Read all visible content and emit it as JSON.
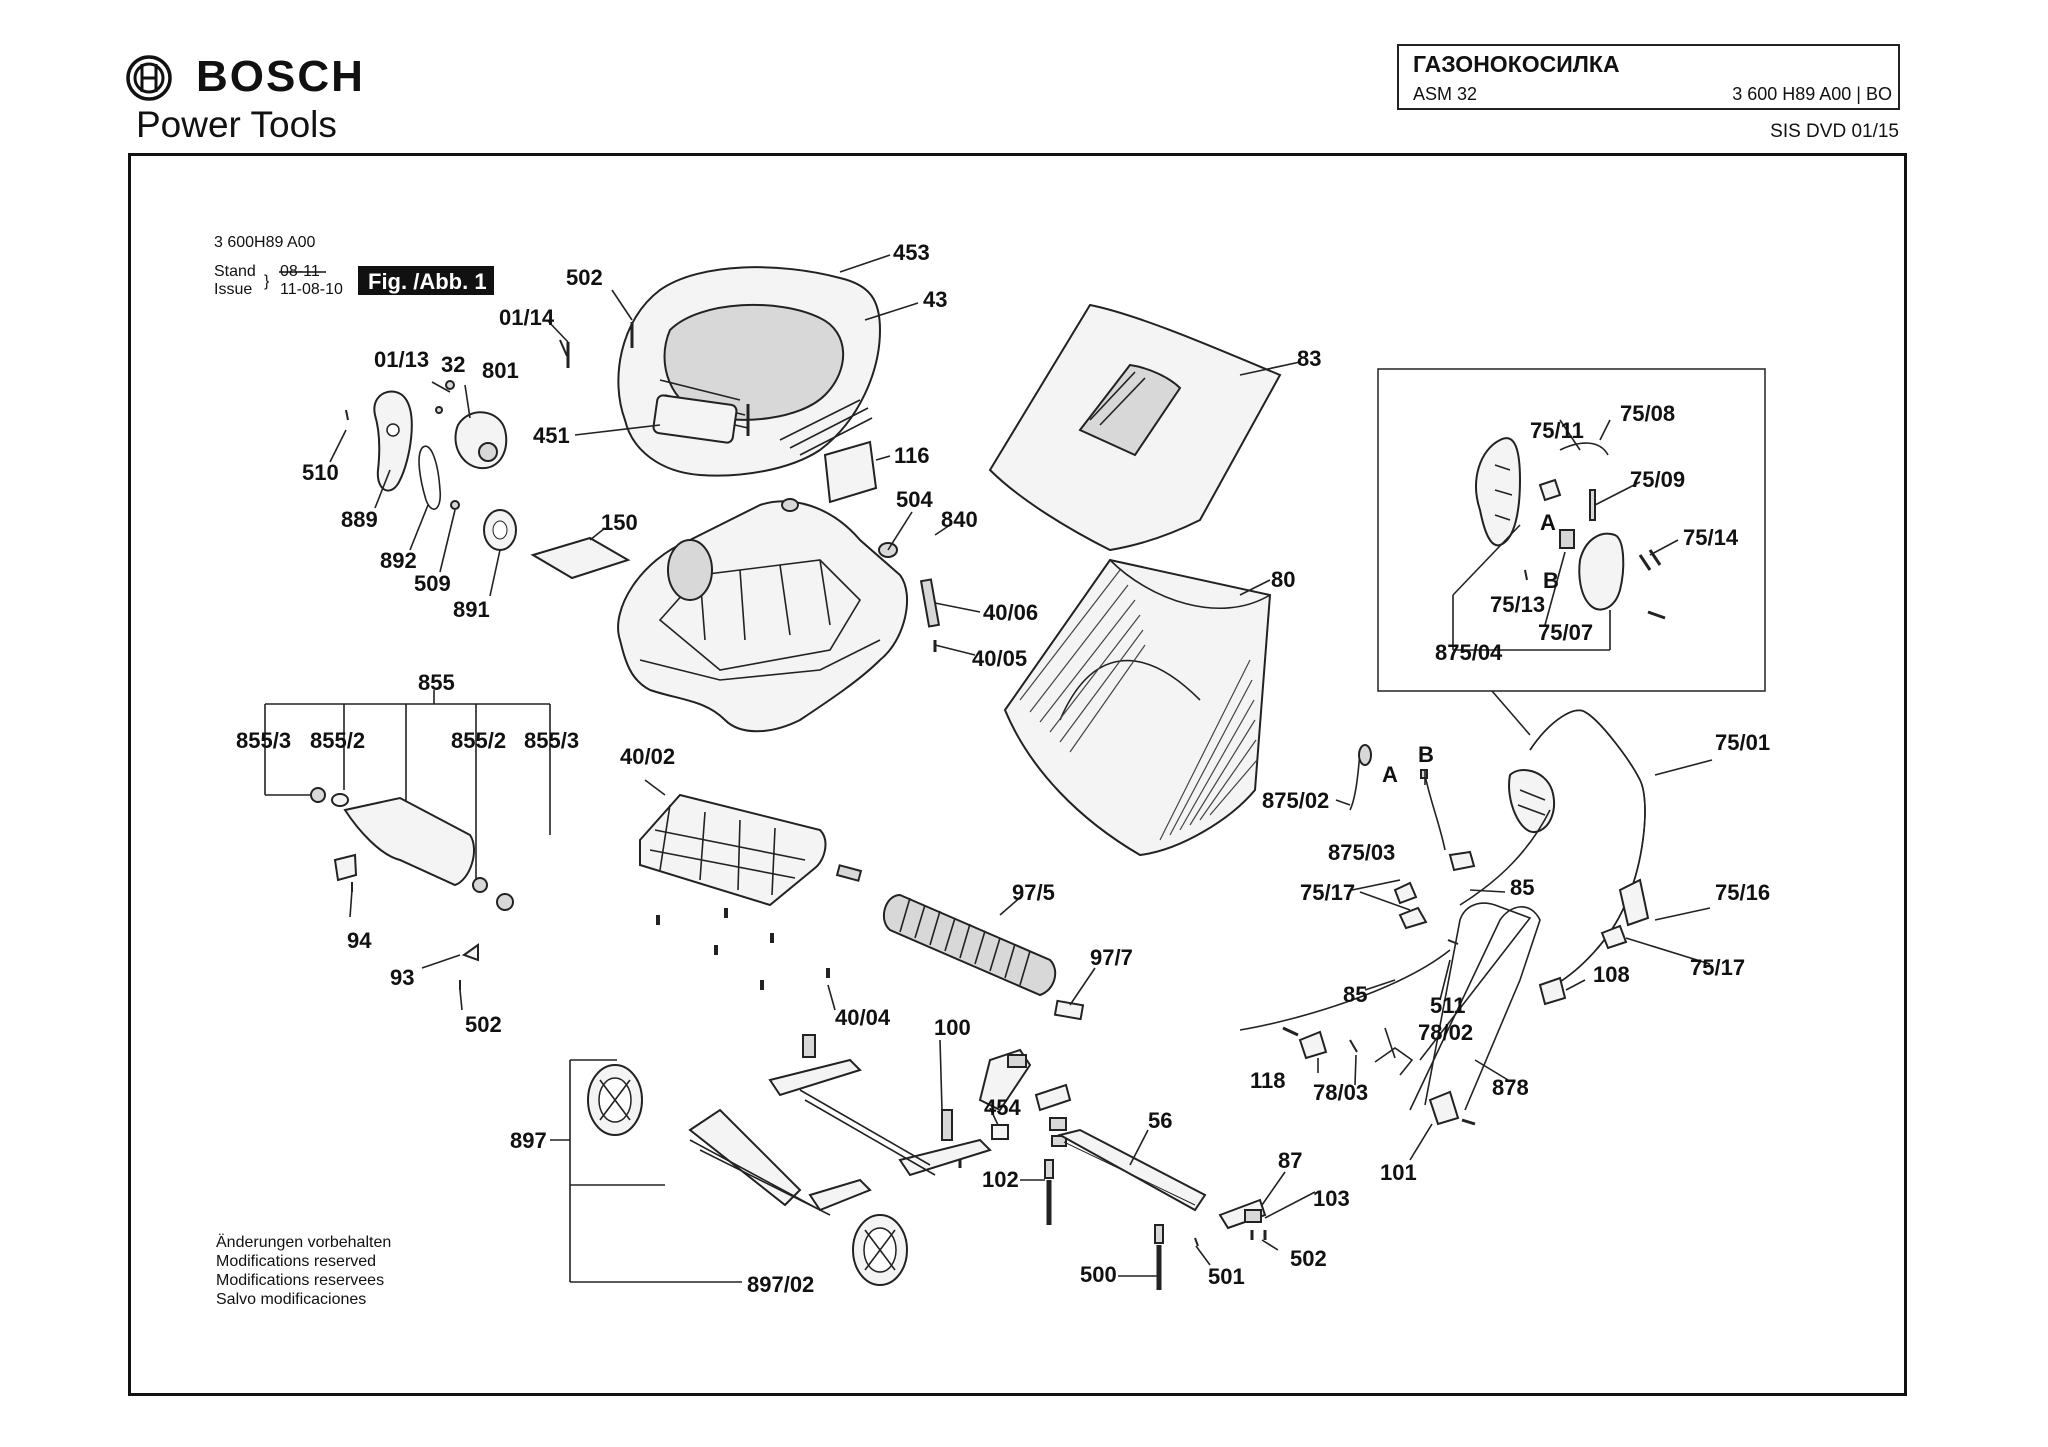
{
  "header": {
    "brand_name": "BOSCH",
    "brand_sub": "Power Tools",
    "title_main": "ГАЗОНОКОСИЛКА",
    "model": "ASM 32",
    "code": "3 600 H89 A00 | BO",
    "sis": "SIS DVD 01/15"
  },
  "meta": {
    "drawing_no": "3 600H89 A00",
    "stand": "Stand",
    "issue": "Issue",
    "old_date": "08-11",
    "new_date": "11-08-10",
    "fig_label": "Fig. /Abb. 1"
  },
  "footer_notes": [
    "Änderungen vorbehalten",
    "Modifications reserved",
    "Modifications reservees",
    "Salvo modificaciones"
  ],
  "callouts": [
    {
      "id": "c453",
      "text": "453"
    },
    {
      "id": "c43",
      "text": "43"
    },
    {
      "id": "c502a",
      "text": "502"
    },
    {
      "id": "c0114",
      "text": "01/14"
    },
    {
      "id": "c0113",
      "text": "01/13"
    },
    {
      "id": "c32",
      "text": "32"
    },
    {
      "id": "c801",
      "text": "801"
    },
    {
      "id": "c451",
      "text": "451"
    },
    {
      "id": "c510",
      "text": "510"
    },
    {
      "id": "c889",
      "text": "889"
    },
    {
      "id": "c892",
      "text": "892"
    },
    {
      "id": "c509",
      "text": "509"
    },
    {
      "id": "c891",
      "text": "891"
    },
    {
      "id": "c150",
      "text": "150"
    },
    {
      "id": "c116",
      "text": "116"
    },
    {
      "id": "c504",
      "text": "504"
    },
    {
      "id": "c840",
      "text": "840"
    },
    {
      "id": "c4006",
      "text": "40/06"
    },
    {
      "id": "c4005",
      "text": "40/05"
    },
    {
      "id": "c83",
      "text": "83"
    },
    {
      "id": "c80",
      "text": "80"
    },
    {
      "id": "c855",
      "text": "855"
    },
    {
      "id": "c8553a",
      "text": "855/3"
    },
    {
      "id": "c8552a",
      "text": "855/2"
    },
    {
      "id": "c8552b",
      "text": "855/2"
    },
    {
      "id": "c8553b",
      "text": "855/3"
    },
    {
      "id": "c94",
      "text": "94"
    },
    {
      "id": "c93",
      "text": "93"
    },
    {
      "id": "c502b",
      "text": "502"
    },
    {
      "id": "c4002",
      "text": "40/02"
    },
    {
      "id": "c975",
      "text": "97/5"
    },
    {
      "id": "c977",
      "text": "97/7"
    },
    {
      "id": "c4004",
      "text": "40/04"
    },
    {
      "id": "c100",
      "text": "100"
    },
    {
      "id": "c454",
      "text": "454"
    },
    {
      "id": "c897",
      "text": "897"
    },
    {
      "id": "c89702",
      "text": "897/02"
    },
    {
      "id": "c102",
      "text": "102"
    },
    {
      "id": "c56",
      "text": "56"
    },
    {
      "id": "c87",
      "text": "87"
    },
    {
      "id": "c103",
      "text": "103"
    },
    {
      "id": "c502c",
      "text": "502"
    },
    {
      "id": "c500",
      "text": "500"
    },
    {
      "id": "c501",
      "text": "501"
    },
    {
      "id": "c7511",
      "text": "75/11"
    },
    {
      "id": "c7508",
      "text": "75/08"
    },
    {
      "id": "c7509",
      "text": "75/09"
    },
    {
      "id": "c7514",
      "text": "75/14"
    },
    {
      "id": "cA1",
      "text": "A"
    },
    {
      "id": "cB1",
      "text": "B"
    },
    {
      "id": "c7513",
      "text": "75/13"
    },
    {
      "id": "c7507",
      "text": "75/07"
    },
    {
      "id": "c87504",
      "text": "875/04"
    },
    {
      "id": "cA2",
      "text": "A"
    },
    {
      "id": "cB2",
      "text": "B"
    },
    {
      "id": "c87502",
      "text": "875/02"
    },
    {
      "id": "c87503",
      "text": "875/03"
    },
    {
      "id": "c7501",
      "text": "75/01"
    },
    {
      "id": "c7517a",
      "text": "75/17"
    },
    {
      "id": "c85a",
      "text": "85"
    },
    {
      "id": "c7516",
      "text": "75/16"
    },
    {
      "id": "c7517b",
      "text": "75/17"
    },
    {
      "id": "c108",
      "text": "108"
    },
    {
      "id": "c85b",
      "text": "85"
    },
    {
      "id": "c511",
      "text": "511"
    },
    {
      "id": "c7802",
      "text": "78/02"
    },
    {
      "id": "c118",
      "text": "118"
    },
    {
      "id": "c7803",
      "text": "78/03"
    },
    {
      "id": "c878",
      "text": "878"
    },
    {
      "id": "c101",
      "text": "101"
    }
  ]
}
